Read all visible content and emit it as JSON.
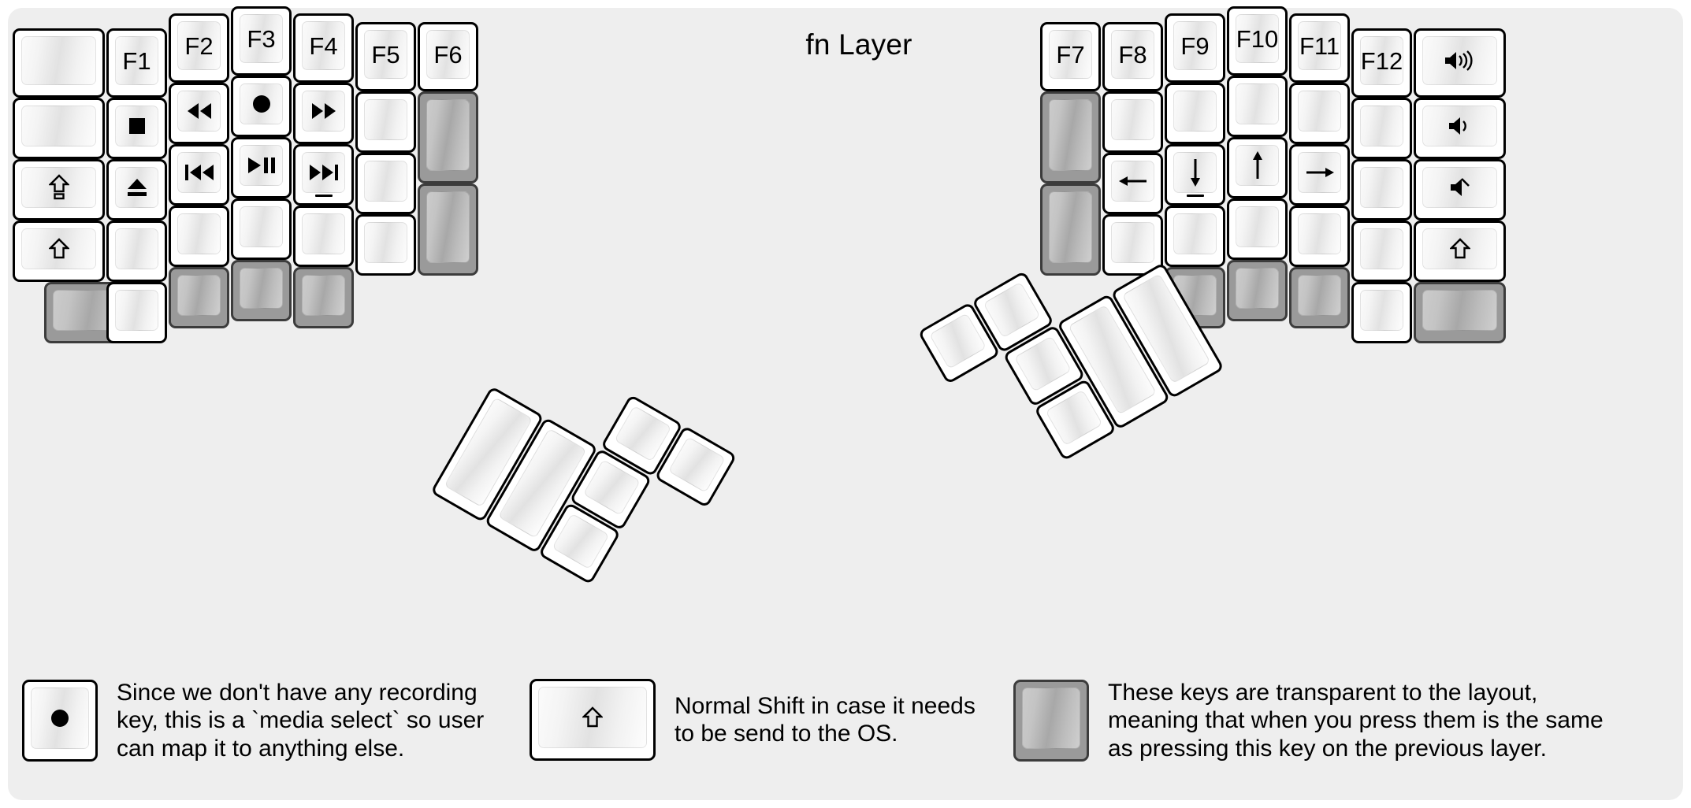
{
  "title": "fn Layer",
  "colors": {
    "panel_bg": "#eeeeee",
    "key_fill": "#ffffff",
    "key_border": "#000000",
    "transparent_fill": "#9a9a9a",
    "transparent_border": "#3c3c3c",
    "text": "#000000"
  },
  "keyboard": {
    "name": "split-ergonomic-columnar-keyboard",
    "left_half": {
      "columns": [
        {
          "name": "pinky-outer-column",
          "keys": [
            {
              "label": "",
              "icon": "",
              "type": "normal"
            },
            {
              "label": "",
              "icon": "",
              "type": "normal"
            },
            {
              "label": "",
              "icon": "caps-lock-icon",
              "type": "normal"
            },
            {
              "label": "",
              "icon": "shift-icon",
              "type": "normal"
            },
            {
              "label": "",
              "icon": "",
              "type": "transparent"
            }
          ]
        },
        {
          "name": "pinky-column",
          "keys": [
            {
              "label": "F1",
              "icon": "",
              "type": "normal"
            },
            {
              "label": "",
              "icon": "media-stop-icon",
              "type": "normal"
            },
            {
              "label": "",
              "icon": "media-eject-icon",
              "type": "normal"
            },
            {
              "label": "",
              "icon": "",
              "type": "normal"
            },
            {
              "label": "",
              "icon": "",
              "type": "normal"
            }
          ]
        },
        {
          "name": "ring-column",
          "keys": [
            {
              "label": "F2",
              "icon": "",
              "type": "normal"
            },
            {
              "label": "",
              "icon": "media-rewind-icon",
              "type": "normal"
            },
            {
              "label": "",
              "icon": "media-previous-icon",
              "type": "normal"
            },
            {
              "label": "",
              "icon": "",
              "type": "normal"
            },
            {
              "label": "",
              "icon": "",
              "type": "transparent"
            }
          ]
        },
        {
          "name": "middle-column",
          "keys": [
            {
              "label": "F3",
              "icon": "",
              "type": "normal"
            },
            {
              "label": "",
              "icon": "media-record-icon",
              "type": "normal"
            },
            {
              "label": "",
              "icon": "media-play-pause-icon",
              "type": "normal"
            },
            {
              "label": "",
              "icon": "",
              "type": "normal"
            },
            {
              "label": "",
              "icon": "",
              "type": "transparent"
            }
          ]
        },
        {
          "name": "index-column",
          "keys": [
            {
              "label": "F4",
              "icon": "",
              "type": "normal"
            },
            {
              "label": "",
              "icon": "media-fast-forward-icon",
              "type": "normal"
            },
            {
              "label": "",
              "icon": "media-next-icon",
              "type": "normal",
              "homing_bump": true
            },
            {
              "label": "",
              "icon": "",
              "type": "normal"
            },
            {
              "label": "",
              "icon": "",
              "type": "transparent"
            }
          ]
        },
        {
          "name": "index-inner-column",
          "keys": [
            {
              "label": "F5",
              "icon": "",
              "type": "normal"
            },
            {
              "label": "",
              "icon": "",
              "type": "normal"
            },
            {
              "label": "",
              "icon": "",
              "type": "normal"
            },
            {
              "label": "",
              "icon": "",
              "type": "normal"
            }
          ]
        },
        {
          "name": "inner-extra-column",
          "keys": [
            {
              "label": "F6",
              "icon": "",
              "type": "normal"
            },
            {
              "label": "",
              "icon": "",
              "type": "transparent"
            },
            {
              "label": "",
              "icon": "",
              "type": "transparent"
            }
          ]
        }
      ],
      "thumb_cluster": {
        "name": "left-thumb-cluster",
        "rotation_deg": 30,
        "keys": [
          {
            "label": "",
            "icon": "",
            "type": "normal",
            "size": "2u-vertical"
          },
          {
            "label": "",
            "icon": "",
            "type": "normal",
            "size": "2u-vertical"
          },
          {
            "label": "",
            "icon": "",
            "type": "normal",
            "size": "1u"
          },
          {
            "label": "",
            "icon": "",
            "type": "normal",
            "size": "1u"
          },
          {
            "label": "",
            "icon": "",
            "type": "normal",
            "size": "1u"
          },
          {
            "label": "",
            "icon": "",
            "type": "normal",
            "size": "1u"
          }
        ]
      }
    },
    "right_half": {
      "columns": [
        {
          "name": "inner-extra-column",
          "keys": [
            {
              "label": "F7",
              "icon": "",
              "type": "normal"
            },
            {
              "label": "",
              "icon": "",
              "type": "transparent"
            },
            {
              "label": "",
              "icon": "",
              "type": "transparent"
            }
          ]
        },
        {
          "name": "index-inner-column",
          "keys": [
            {
              "label": "F8",
              "icon": "",
              "type": "normal"
            },
            {
              "label": "",
              "icon": "",
              "type": "normal"
            },
            {
              "label": "",
              "icon": "arrow-left-icon",
              "type": "normal"
            },
            {
              "label": "",
              "icon": "",
              "type": "normal"
            }
          ]
        },
        {
          "name": "index-column",
          "keys": [
            {
              "label": "F9",
              "icon": "",
              "type": "normal"
            },
            {
              "label": "",
              "icon": "",
              "type": "normal"
            },
            {
              "label": "",
              "icon": "arrow-down-icon",
              "type": "normal",
              "homing_bump": true
            },
            {
              "label": "",
              "icon": "",
              "type": "normal"
            },
            {
              "label": "",
              "icon": "",
              "type": "transparent"
            }
          ]
        },
        {
          "name": "middle-column",
          "keys": [
            {
              "label": "F10",
              "icon": "",
              "type": "normal"
            },
            {
              "label": "",
              "icon": "",
              "type": "normal"
            },
            {
              "label": "",
              "icon": "arrow-up-icon",
              "type": "normal"
            },
            {
              "label": "",
              "icon": "",
              "type": "normal"
            },
            {
              "label": "",
              "icon": "",
              "type": "transparent"
            }
          ]
        },
        {
          "name": "ring-column",
          "keys": [
            {
              "label": "F11",
              "icon": "",
              "type": "normal"
            },
            {
              "label": "",
              "icon": "",
              "type": "normal"
            },
            {
              "label": "",
              "icon": "arrow-right-icon",
              "type": "normal"
            },
            {
              "label": "",
              "icon": "",
              "type": "normal"
            },
            {
              "label": "",
              "icon": "",
              "type": "transparent"
            }
          ]
        },
        {
          "name": "pinky-column",
          "keys": [
            {
              "label": "F12",
              "icon": "",
              "type": "normal"
            },
            {
              "label": "",
              "icon": "",
              "type": "normal"
            },
            {
              "label": "",
              "icon": "",
              "type": "normal"
            },
            {
              "label": "",
              "icon": "",
              "type": "normal"
            },
            {
              "label": "",
              "icon": "",
              "type": "normal"
            }
          ]
        },
        {
          "name": "pinky-outer-column",
          "keys": [
            {
              "label": "",
              "icon": "volume-up-icon",
              "type": "normal"
            },
            {
              "label": "",
              "icon": "volume-down-icon",
              "type": "normal"
            },
            {
              "label": "",
              "icon": "volume-mute-icon",
              "type": "normal"
            },
            {
              "label": "",
              "icon": "shift-icon",
              "type": "normal"
            },
            {
              "label": "",
              "icon": "",
              "type": "transparent"
            }
          ]
        }
      ],
      "thumb_cluster": {
        "name": "right-thumb-cluster",
        "rotation_deg": -30,
        "keys": [
          {
            "label": "",
            "icon": "",
            "type": "normal",
            "size": "2u-vertical"
          },
          {
            "label": "",
            "icon": "",
            "type": "normal",
            "size": "2u-vertical"
          },
          {
            "label": "",
            "icon": "",
            "type": "normal",
            "size": "1u"
          },
          {
            "label": "",
            "icon": "",
            "type": "normal",
            "size": "1u"
          },
          {
            "label": "",
            "icon": "",
            "type": "normal",
            "size": "1u"
          },
          {
            "label": "",
            "icon": "",
            "type": "normal",
            "size": "1u"
          }
        ]
      }
    }
  },
  "legend": [
    {
      "name": "legend-media-select",
      "icon": "media-record-icon",
      "swatch_type": "normal",
      "text": "Since we don't have any recording\nkey, this is a `media select` so user\ncan map it to anything else."
    },
    {
      "name": "legend-normal-shift",
      "icon": "shift-icon",
      "swatch_type": "normal",
      "text": "Normal Shift in case it needs\nto be send to the OS."
    },
    {
      "name": "legend-transparent-keys",
      "icon": "",
      "swatch_type": "transparent",
      "text": "These keys are transparent to the layout,\nmeaning that when you press them is the same\nas pressing this key on the previous layer."
    }
  ]
}
